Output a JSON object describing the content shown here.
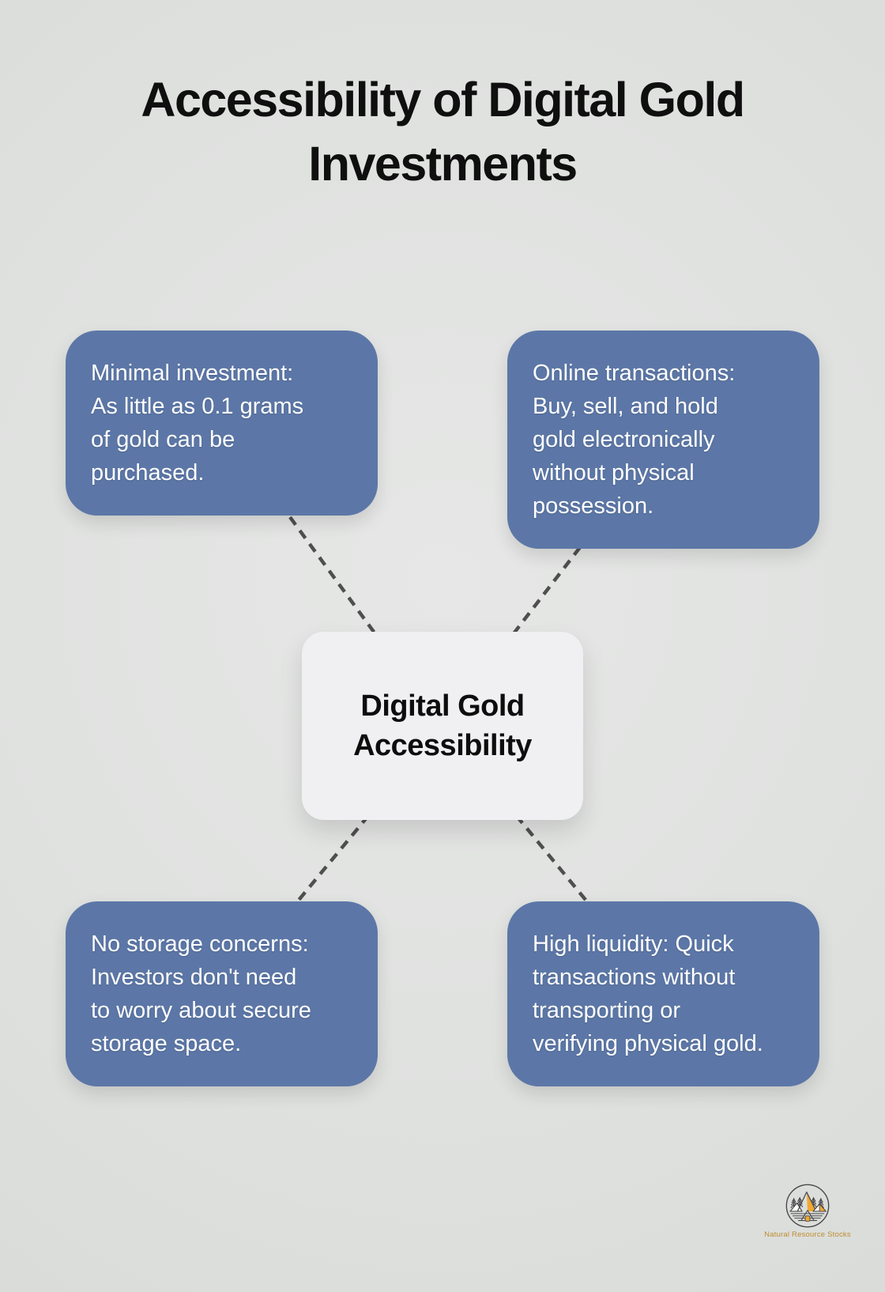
{
  "title": "Accessibility of Digital Gold\nInvestments",
  "center_node": {
    "label": "Digital Gold\nAccessibility"
  },
  "nodes": [
    {
      "id": "minimal-investment",
      "text": "Minimal investment:\nAs little as 0.1 grams\nof gold can be\npurchased."
    },
    {
      "id": "online-transactions",
      "text": "Online transactions:\nBuy, sell, and hold\ngold electronically\nwithout physical\npossession."
    },
    {
      "id": "no-storage-concerns",
      "text": "No storage concerns:\nInvestors don't need\nto worry about secure\nstorage space."
    },
    {
      "id": "high-liquidity",
      "text": "High liquidity: Quick\ntransactions without\ntransporting or\nverifying physical gold."
    }
  ],
  "branding": {
    "logo_text": "Natural Resource Stocks"
  },
  "colors": {
    "background": "#dee0de",
    "node_fill": "#5c77a7",
    "node_text": "#ffffff",
    "center_fill": "#f0f0f2",
    "title_text": "#0f0f0f",
    "connector": "#4f4f4f",
    "logo_accent": "#f0a832",
    "logo_outline": "#4a4a4a",
    "logo_text_color": "#bf8e2e"
  }
}
